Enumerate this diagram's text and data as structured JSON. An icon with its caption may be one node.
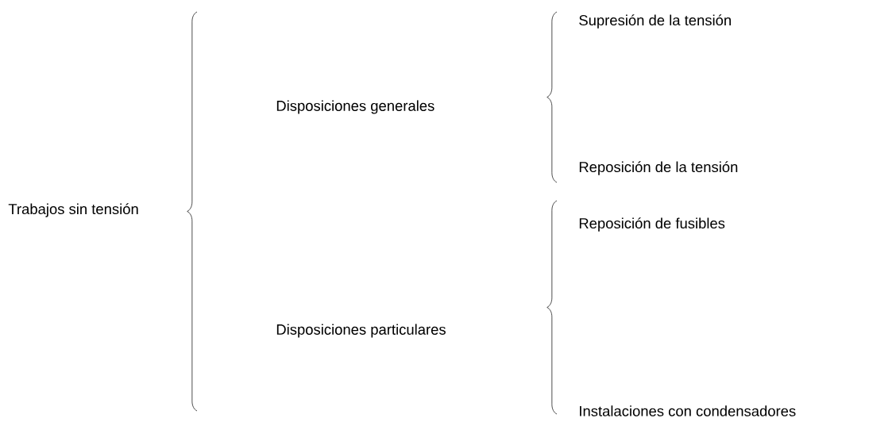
{
  "diagram": {
    "labels": [
      "Supresión de la tensión",
      "Disposiciones generales",
      "Reposición de la tensión",
      "Trabajos sin tensión",
      "Reposición de fusibles",
      "Disposiciones particulares",
      "Instalaciones con condensadores"
    ]
  }
}
